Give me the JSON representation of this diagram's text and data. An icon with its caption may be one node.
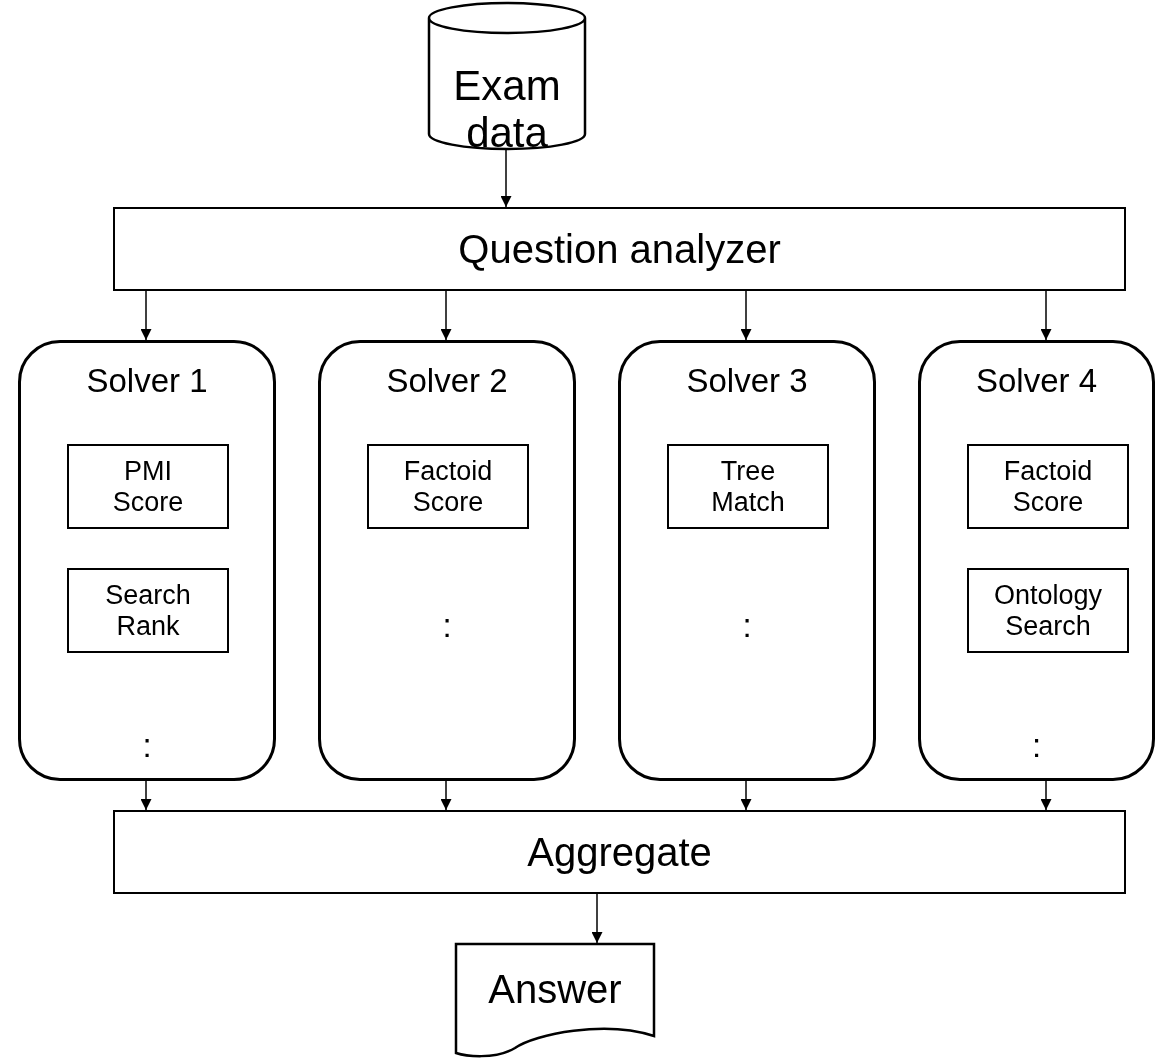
{
  "diagram": {
    "nodes": [
      {
        "text": [
          "Exam data"
        ]
      },
      {
        "text": [
          "Question analyzer"
        ]
      },
      {
        "text": [
          "Solver 1",
          ":"
        ]
      },
      {
        "text": [
          "PMI Score"
        ],
        "in": 2
      },
      {
        "text": [
          "Search Rank"
        ],
        "in": 2
      },
      {
        "text": [
          "Solver 2",
          ":"
        ]
      },
      {
        "text": [
          "Factoid Score"
        ],
        "in": 5
      },
      {
        "text": [
          "Solver 3",
          ":"
        ]
      },
      {
        "text": [
          "Tree Match"
        ],
        "in": 7
      },
      {
        "text": [
          "Solver 4",
          ":"
        ]
      },
      {
        "text": [
          "Factoid Score"
        ],
        "in": 9
      },
      {
        "text": [
          "Ontology Search"
        ],
        "in": 9
      },
      {
        "text": [
          "Aggregate"
        ]
      },
      {
        "text": [
          "Answer"
        ]
      }
    ],
    "edges": [
      {
        "from": 0,
        "to": 1,
        "arrow": "to"
      },
      {
        "from": 1,
        "to": 2,
        "arrow": "to"
      },
      {
        "from": 1,
        "to": 5,
        "arrow": "to"
      },
      {
        "from": 1,
        "to": 7,
        "arrow": "to"
      },
      {
        "from": 1,
        "to": 9,
        "arrow": "to"
      },
      {
        "from": 2,
        "to": 12,
        "arrow": "to"
      },
      {
        "from": 5,
        "to": 12,
        "arrow": "to"
      },
      {
        "from": 7,
        "to": 12,
        "arrow": "to"
      },
      {
        "from": 9,
        "to": 12,
        "arrow": "to"
      },
      {
        "from": 12,
        "to": 13,
        "arrow": "to"
      }
    ]
  }
}
